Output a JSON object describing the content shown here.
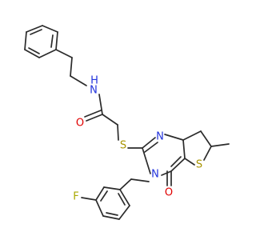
{
  "molecule": {
    "atoms": [
      {
        "id": "n1",
        "label": "N",
        "color": "#2233dd"
      },
      {
        "id": "o1",
        "label": "O",
        "color": "#e00000"
      },
      {
        "id": "s1",
        "label": "S",
        "color": "#a89400"
      },
      {
        "id": "n2",
        "label": "N",
        "color": "#2233dd"
      },
      {
        "id": "n3",
        "label": "N",
        "color": "#2233dd"
      },
      {
        "id": "s2",
        "label": "S",
        "color": "#a89400"
      },
      {
        "id": "o2",
        "label": "O",
        "color": "#e00000"
      },
      {
        "id": "f1",
        "label": "F",
        "color": "#a8a800"
      }
    ],
    "amide_h": "H",
    "bond_color": "#2b2b2b"
  }
}
